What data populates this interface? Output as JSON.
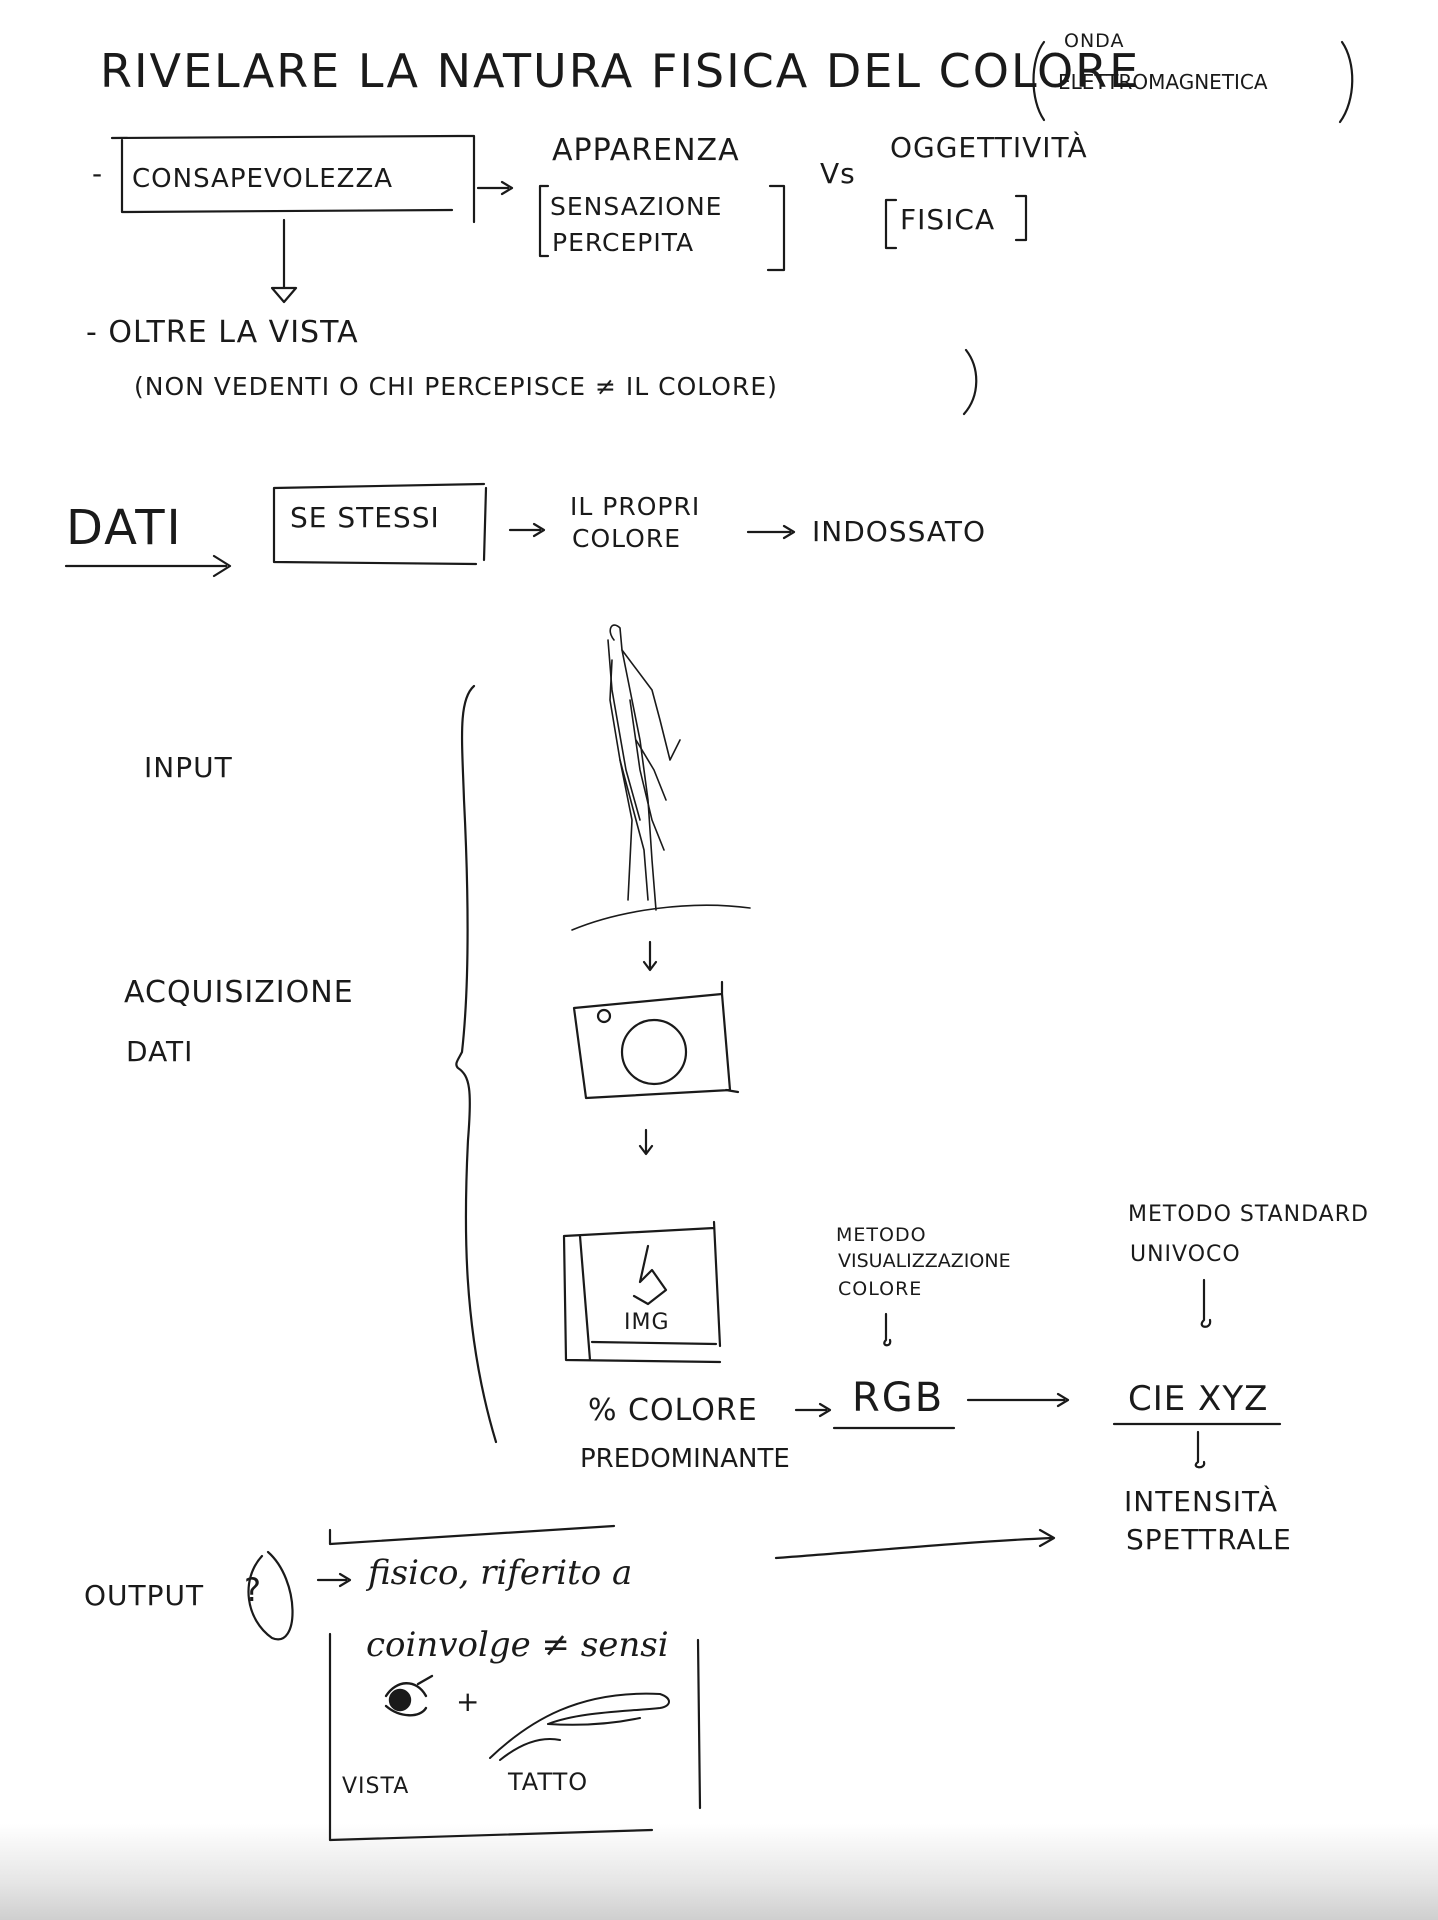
{
  "title": {
    "main": "RIVELARE LA NATURA FISICA DEL COLORE",
    "note_line1": "ONDA",
    "note_line2": "ELETTROMAGNETICA"
  },
  "awareness": {
    "dash": "-",
    "box": "CONSAPEVOLEZZA",
    "appearance": "APPARENZA",
    "appearance_sub1": "SENSAZIONE",
    "appearance_sub2": "PERCEPITA",
    "versus": "Vs",
    "objectivity": "OGGETTIVITÀ",
    "objectivity_sub": "FISICA"
  },
  "beyond": {
    "line1": "- OLTRE LA VISTA",
    "line2": "(NON VEDENTI O CHI PERCEPISCE ≠ IL COLORE)"
  },
  "data": {
    "label": "DATI",
    "box": "SE STESSI",
    "own1": "IL PROPRI",
    "own2": "COLORE",
    "worn": "INDOSSATO"
  },
  "process": {
    "input": "INPUT",
    "acq1": "ACQUISIZIONE",
    "acq2": "DATI",
    "img": "IMG",
    "pct1": "% COLORE",
    "pct2": "PREDOMINANTE",
    "method1": "METODO",
    "method2": "VISUALIZZAZIONE",
    "method3": "COLORE",
    "rgb": "RGB",
    "std1": "METODO STANDARD",
    "std2": "UNIVOCO",
    "cie": "CIE XYZ",
    "int1": "INTENSITÀ",
    "int2": "SPETTRALE"
  },
  "output": {
    "label": "OUTPUT",
    "question": "?",
    "line1": "fisico, riferito a",
    "line2": "coinvolge ≠ sensi",
    "plus": "+",
    "sight": "VISTA",
    "touch": "TATTO"
  }
}
